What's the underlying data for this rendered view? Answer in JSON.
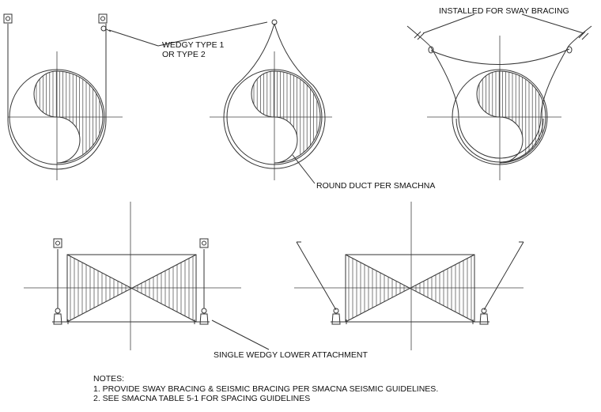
{
  "labels": {
    "wedgy_type_line1": "WEDGY TYPE 1",
    "wedgy_type_line2": "OR TYPE 2",
    "installed_sway": "INSTALLED FOR SWAY BRACING",
    "round_duct": "ROUND DUCT PER SMACHNA",
    "single_wedgy_lower": "SINGLE WEDGY LOWER ATTACHMENT"
  },
  "notes": {
    "heading": "NOTES:",
    "items": [
      "1. PROVIDE SWAY BRACING & SEISMIC BRACING PER SMACNA SEISMIC GUIDELINES.",
      "2. SEE SMACNA TABLE 5-1 FOR SPACING GUIDELINES"
    ]
  }
}
